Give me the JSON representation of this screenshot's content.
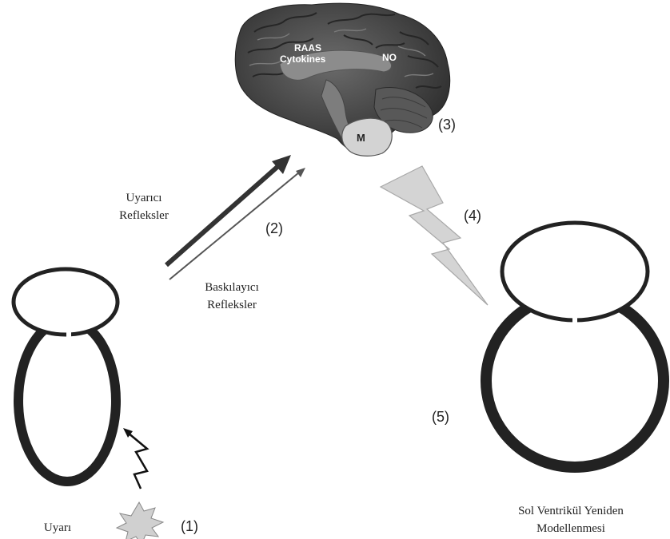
{
  "brain": {
    "label_raas": "RAAS",
    "label_cytokines": "Cytokines",
    "label_no": "NO",
    "label_m": "M"
  },
  "steps": {
    "s1": "(1)",
    "s2": "(2)",
    "s3": "(3)",
    "s4": "(4)",
    "s5": "(5)"
  },
  "labels": {
    "excitatory_line1": "Uyarıcı",
    "excitatory_line2": "Refleksler",
    "inhibitory_line1": "Baskılayıcı",
    "inhibitory_line2": "Refleksler",
    "stimulus": "Uyarı",
    "remodeling_line1": "Sol Ventrikül Yeniden",
    "remodeling_line2": "Modellenmesi"
  },
  "colors": {
    "heart_wall": "#222222",
    "arrow": "#333333",
    "bolt_fill": "#d4d4d4",
    "bolt_stroke": "#aaaaaa",
    "brain_dark": "#3e3e3e",
    "brain_light": "#9a9a9a"
  }
}
